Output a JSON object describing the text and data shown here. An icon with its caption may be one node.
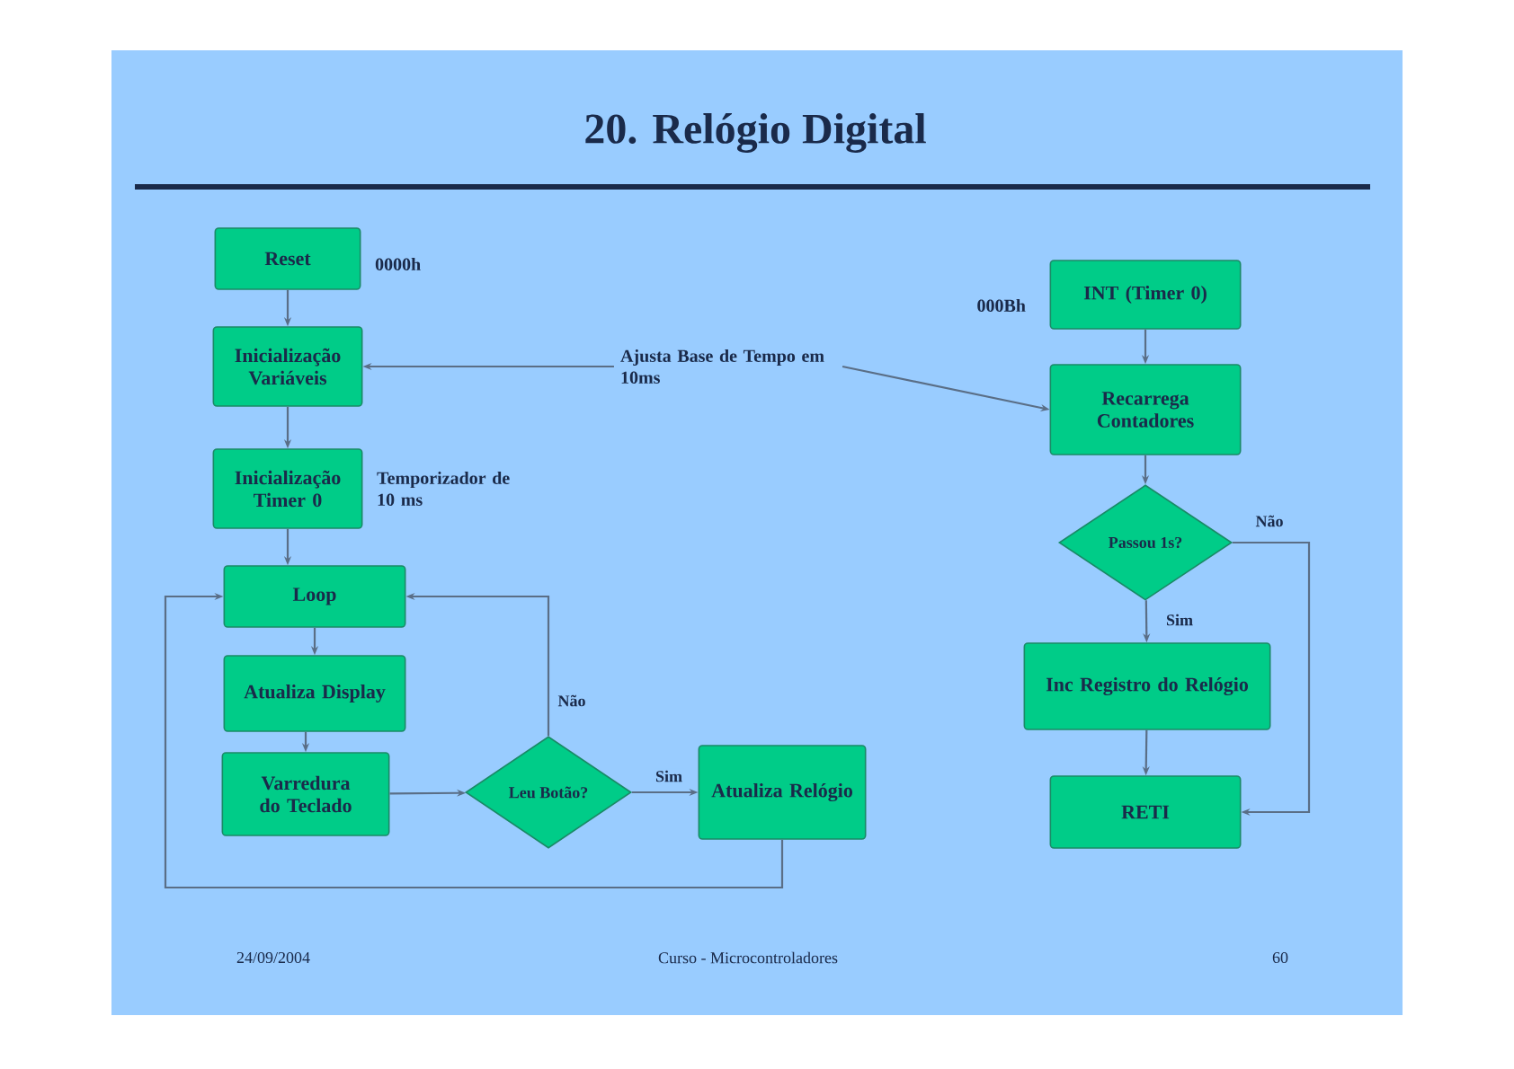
{
  "diagram": {
    "title": "20. Relógio Digital",
    "nodes": [
      {
        "text": [
          "Reset"
        ],
        "beside": [
          "0000h"
        ]
      },
      {
        "text": [
          "Inicialização Variáveis"
        ]
      },
      {
        "text": [
          "Inicialização Timer 0"
        ],
        "beside": [
          "Temporizador de 10 ms"
        ]
      },
      {
        "text": [
          "Loop"
        ]
      },
      {
        "text": [
          "Atualiza Display"
        ]
      },
      {
        "text": [
          "Varredura do Teclado"
        ]
      },
      {
        "text": [
          "Leu Botão?"
        ]
      },
      {
        "text": [
          "Atualiza Relógio"
        ]
      },
      {
        "text": [
          "Ajusta Base de Tempo em 10ms"
        ]
      },
      {
        "text": [
          "INT (Timer 0)"
        ],
        "beside": [
          "000Bh"
        ]
      },
      {
        "text": [
          "Recarrega Contadores"
        ]
      },
      {
        "text": [
          "Passou 1s?"
        ]
      },
      {
        "text": [
          "Inc Registro do Relógio"
        ]
      },
      {
        "text": [
          "RETI"
        ]
      }
    ],
    "edges": [
      {
        "from": 0,
        "to": 1,
        "arrow": "to"
      },
      {
        "from": 1,
        "to": 2,
        "arrow": "to"
      },
      {
        "from": 2,
        "to": 3,
        "arrow": "to"
      },
      {
        "from": 3,
        "to": 4,
        "arrow": "to"
      },
      {
        "from": 4,
        "to": 5,
        "arrow": "to"
      },
      {
        "from": 5,
        "to": 6,
        "arrow": "to"
      },
      {
        "from": 6,
        "to": 3,
        "arrow": "to",
        "label": "Não"
      },
      {
        "from": 6,
        "to": 7,
        "arrow": "to",
        "label": "Sim"
      },
      {
        "from": 7,
        "to": 3,
        "arrow": "to"
      },
      {
        "from": 8,
        "to": 1,
        "arrow": "to"
      },
      {
        "from": 8,
        "to": 10,
        "arrow": "to"
      },
      {
        "from": 9,
        "to": 10,
        "arrow": "to"
      },
      {
        "from": 10,
        "to": 11,
        "arrow": "to"
      },
      {
        "from": 11,
        "to": 12,
        "arrow": "to",
        "label": "Sim"
      },
      {
        "from": 11,
        "to": 13,
        "arrow": "to",
        "label": "Não"
      },
      {
        "from": 12,
        "to": 13,
        "arrow": "to"
      }
    ],
    "labels": [
      "24/09/2004",
      "Curso - Microcontroladores",
      "60"
    ]
  }
}
